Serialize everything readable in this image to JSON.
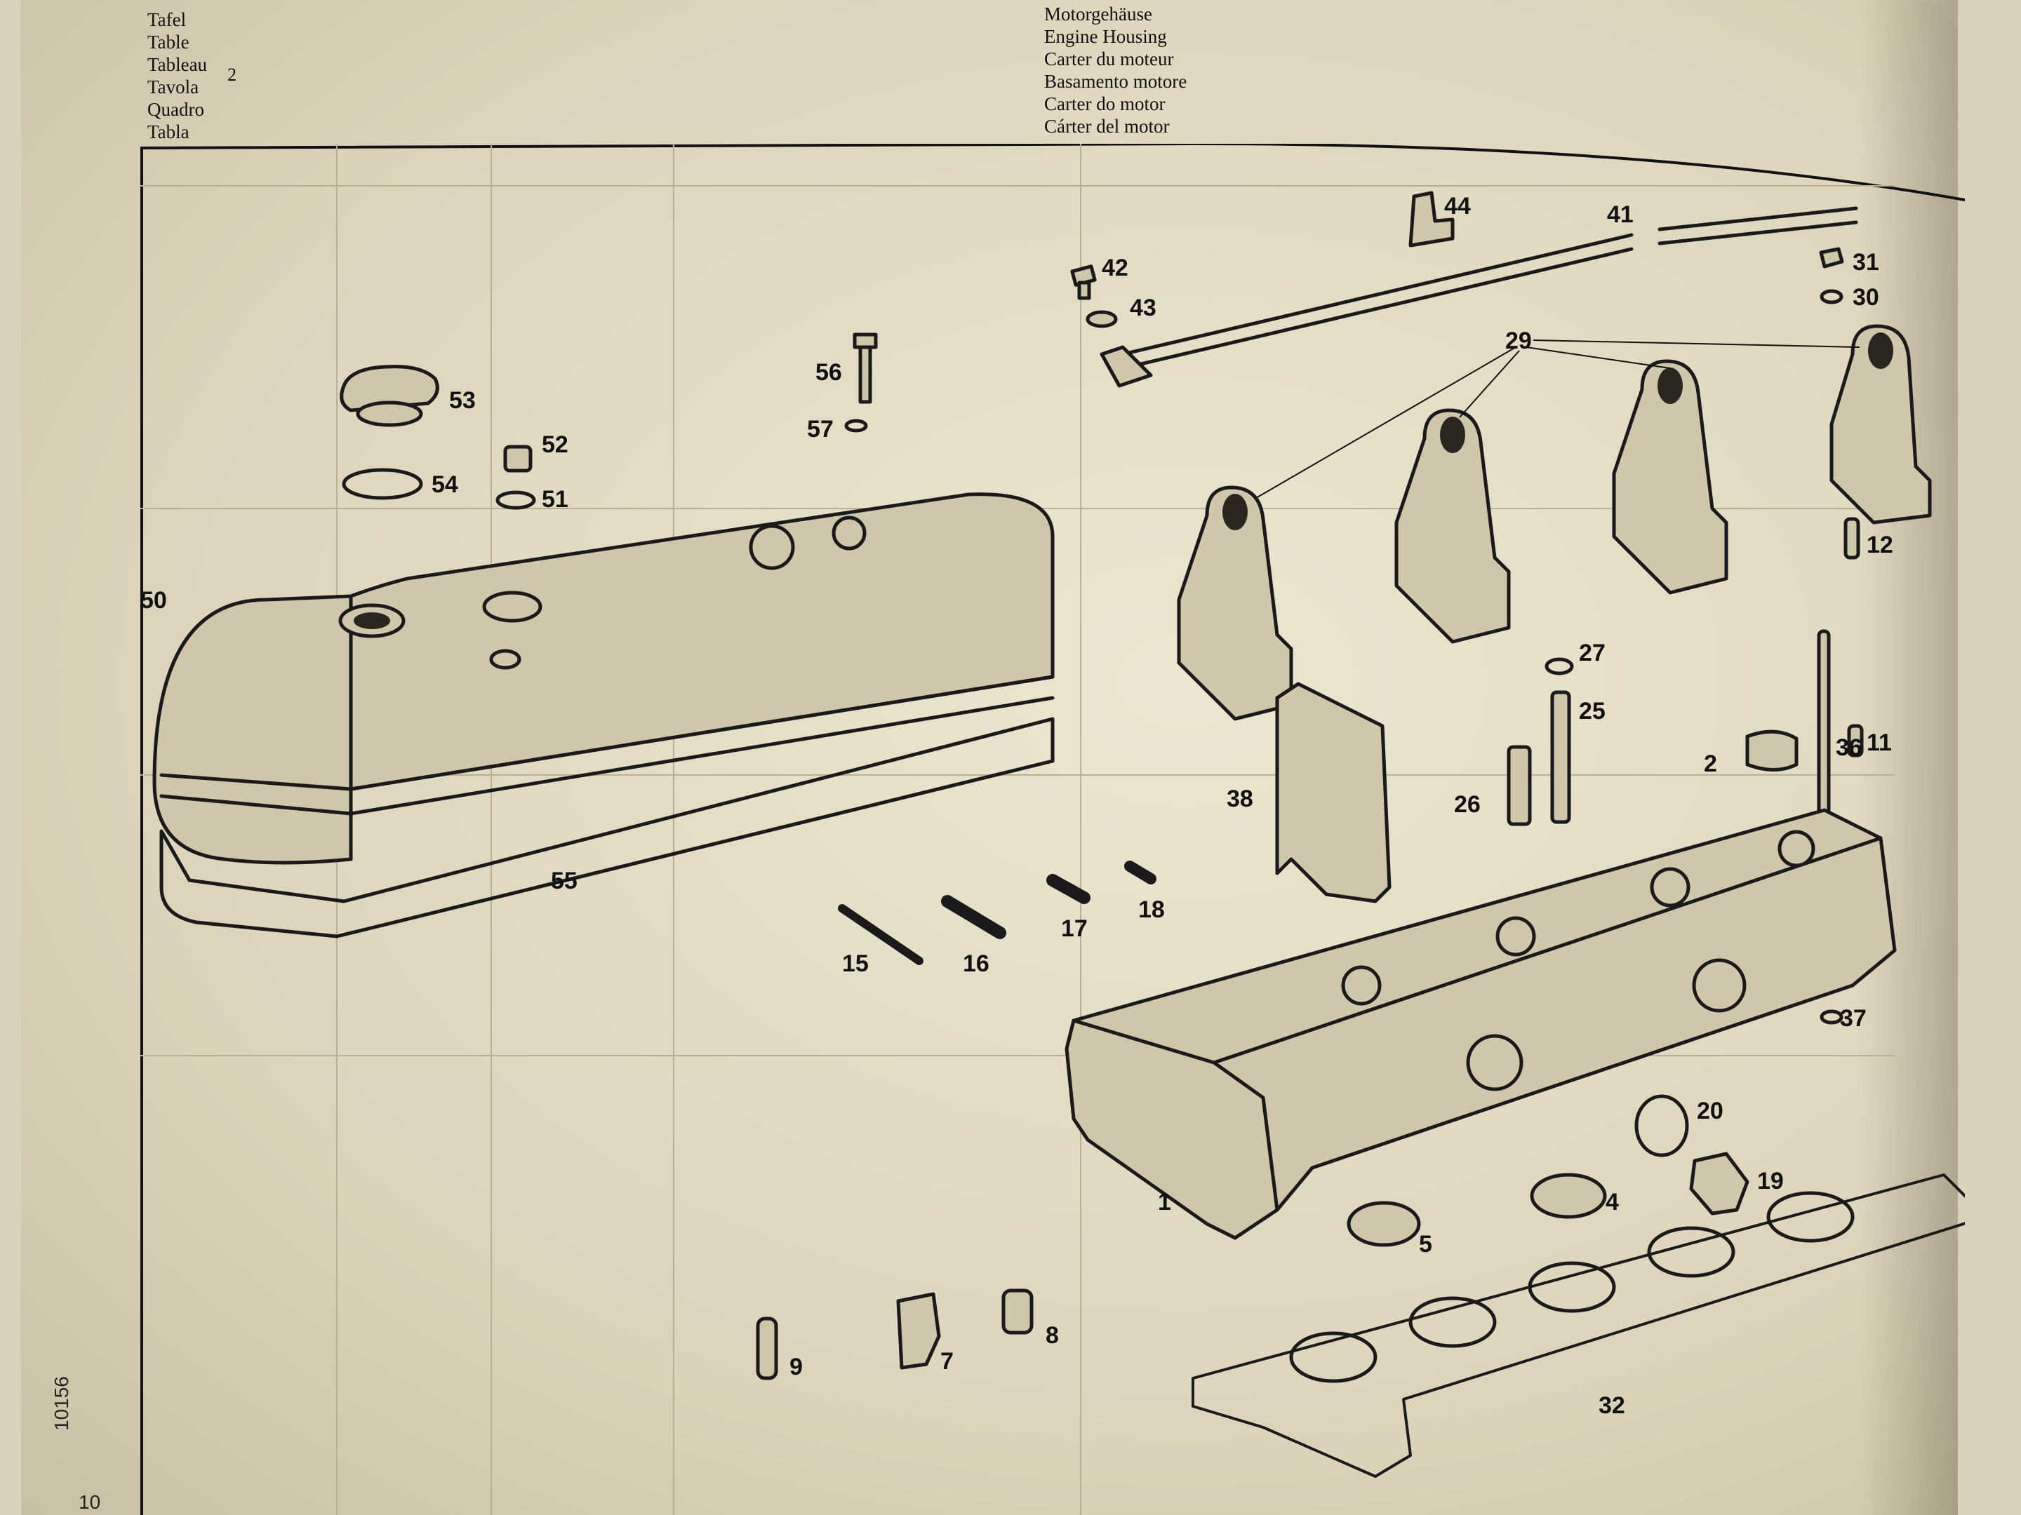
{
  "header": {
    "table_labels": [
      "Tafel",
      "Table",
      "Tableau",
      "Tavola",
      "Quadro",
      "Tabla"
    ],
    "table_number": "2",
    "housing_labels": [
      "Motorgehäuse",
      "Engine Housing",
      "Carter du moteur",
      "Basamento motore",
      "Carter do motor",
      "Cárter del motor"
    ]
  },
  "diagram": {
    "part_labels": {
      "p1": "1",
      "p2": "2",
      "p4": "4",
      "p5": "5",
      "p7": "7",
      "p8": "8",
      "p9": "9",
      "p11": "11",
      "p12": "12",
      "p15": "15",
      "p16": "16",
      "p17": "17",
      "p18": "18",
      "p19": "19",
      "p20": "20",
      "p25": "25",
      "p26": "26",
      "p27": "27",
      "p29": "29",
      "p30": "30",
      "p31": "31",
      "p32": "32",
      "p36": "36",
      "p37": "37",
      "p38": "38",
      "p41": "41",
      "p42": "42",
      "p43": "43",
      "p44": "44",
      "p50": "50",
      "p51": "51",
      "p52": "52",
      "p53": "53",
      "p54": "54",
      "p55": "55",
      "p56": "56",
      "p57": "57"
    }
  },
  "footer": {
    "doc_number": "10156",
    "page_number": "10"
  }
}
